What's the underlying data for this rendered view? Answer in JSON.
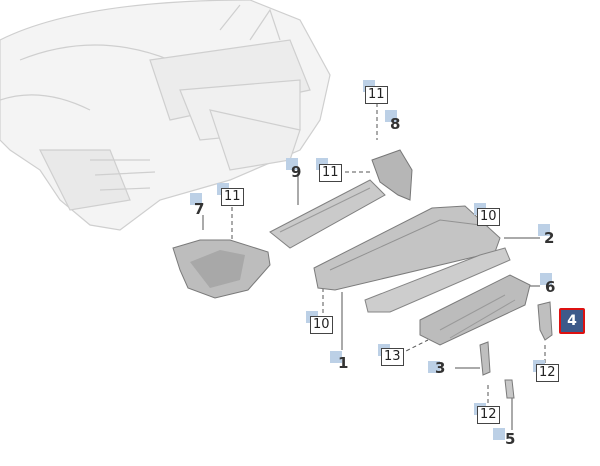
{
  "diagram": {
    "callouts": [
      {
        "id": "c1",
        "label": "1"
      },
      {
        "id": "c2",
        "label": "2"
      },
      {
        "id": "c3",
        "label": "3"
      },
      {
        "id": "c4",
        "label": "4",
        "selected": true
      },
      {
        "id": "c5",
        "label": "5"
      },
      {
        "id": "c6",
        "label": "6"
      },
      {
        "id": "c7",
        "label": "7"
      },
      {
        "id": "c8",
        "label": "8"
      },
      {
        "id": "c9",
        "label": "9"
      }
    ],
    "boxed_callouts": [
      {
        "id": "b11a",
        "label": "11"
      },
      {
        "id": "b11b",
        "label": "11"
      },
      {
        "id": "b11c",
        "label": "11"
      },
      {
        "id": "b10a",
        "label": "10"
      },
      {
        "id": "b10b",
        "label": "10"
      },
      {
        "id": "b13",
        "label": "13"
      },
      {
        "id": "b12a",
        "label": "12"
      },
      {
        "id": "b12b",
        "label": "12"
      }
    ],
    "colors": {
      "tag_blue": "#bcd0e6",
      "selected_fill": "#3d5a8a",
      "selected_border": "#dd1111",
      "part_fill": "#bfbfbf",
      "part_dark": "#8f8f8f",
      "body_line": "#cfcfcf"
    }
  }
}
